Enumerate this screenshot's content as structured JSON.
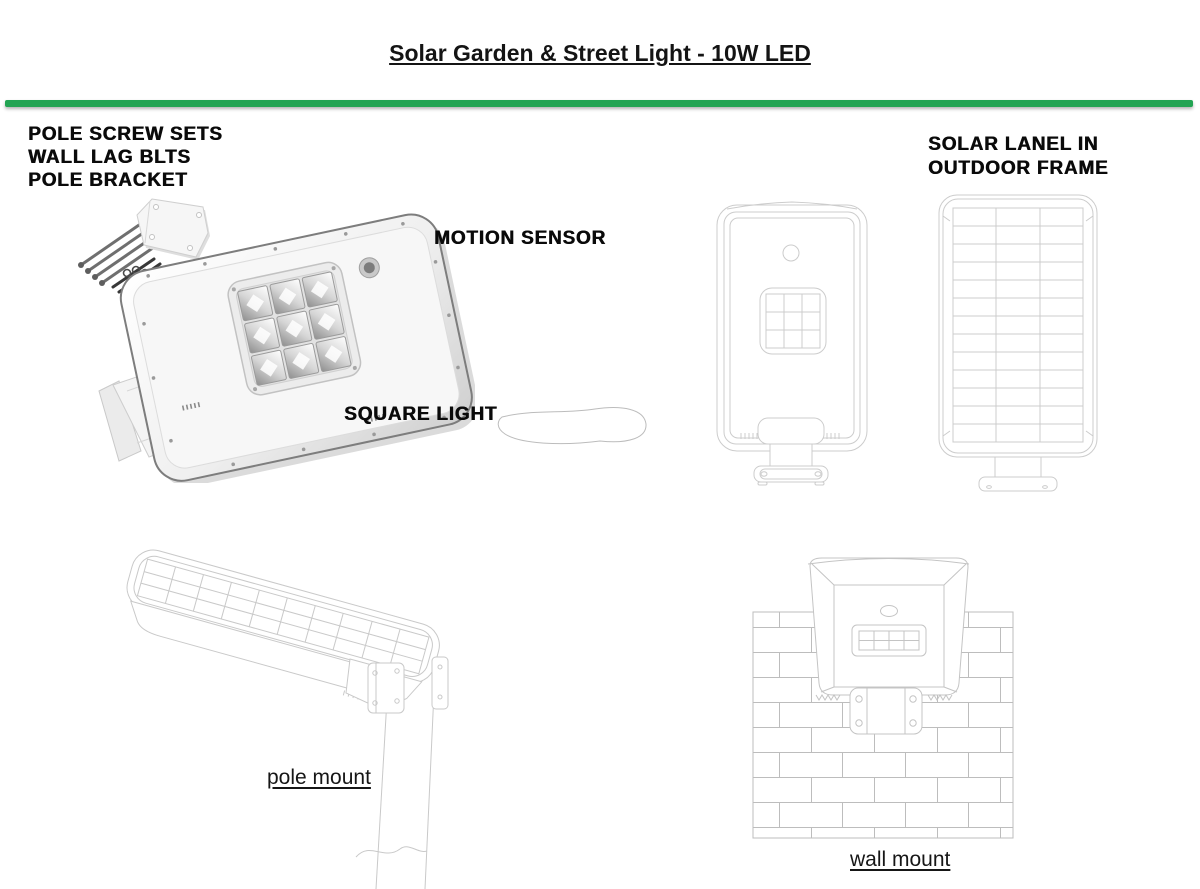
{
  "page": {
    "title": "Solar Garden & Street Light - 10W LED",
    "divider_color": "#23a453"
  },
  "annotations": {
    "hardware": [
      "POLE SCREW SETS",
      "WALL LAG BLTS",
      "POLE BRACKET"
    ],
    "motion_sensor": "MOTION SENSOR",
    "square_light": "SQUARE LIGHT",
    "solar_panel": [
      "SOLAR LANEL IN",
      "OUTDOOR FRAME"
    ],
    "pole_mount": "pole mount",
    "wall_mount": "wall mount"
  },
  "drawing_colors": {
    "line_drawing": "#cccccc",
    "brick_line": "#bdbdbd",
    "callout_loop": "#bcbcbc"
  }
}
